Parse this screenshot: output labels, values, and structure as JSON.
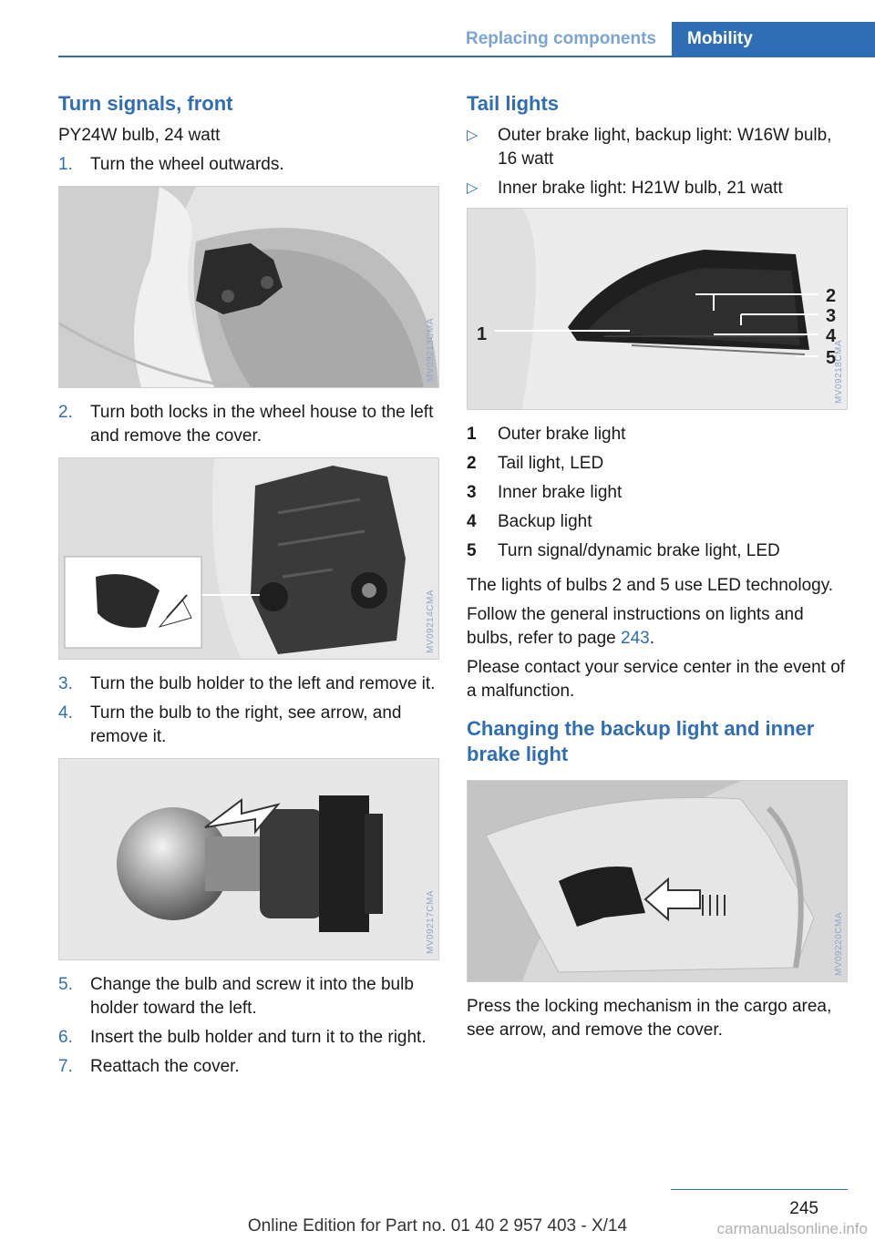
{
  "header": {
    "section": "Replacing components",
    "tab": "Mobility"
  },
  "left": {
    "title": "Turn signals, front",
    "bulb": "PY24W bulb, 24 watt",
    "steps1": [
      {
        "num": "1.",
        "text": "Turn the wheel outwards."
      }
    ],
    "fig1_code": "MV09213CMA",
    "steps2": [
      {
        "num": "2.",
        "text": "Turn both locks in the wheel house to the left and remove the cover."
      }
    ],
    "fig2_code": "MV09214CMA",
    "steps3": [
      {
        "num": "3.",
        "text": "Turn the bulb holder to the left and remove it."
      },
      {
        "num": "4.",
        "text": "Turn the bulb to the right, see arrow, and remove it."
      }
    ],
    "fig3_code": "MV09217CMA",
    "steps4": [
      {
        "num": "5.",
        "text": "Change the bulb and screw it into the bulb holder toward the left."
      },
      {
        "num": "6.",
        "text": "Insert the bulb holder and turn it to the right."
      },
      {
        "num": "7.",
        "text": "Reattach the cover."
      }
    ]
  },
  "right": {
    "title": "Tail lights",
    "bullets": [
      "Outer brake light, backup light: W16W bulb, 16 watt",
      "Inner brake light: H21W bulb, 21 watt"
    ],
    "fig4_code": "MV09218CMA",
    "fig4_callouts": [
      "1",
      "2",
      "3",
      "4",
      "5"
    ],
    "legend": [
      {
        "n": "1",
        "text": "Outer brake light"
      },
      {
        "n": "2",
        "text": "Tail light, LED"
      },
      {
        "n": "3",
        "text": "Inner brake light"
      },
      {
        "n": "4",
        "text": "Backup light"
      },
      {
        "n": "5",
        "text": "Turn signal/dynamic brake light, LED"
      }
    ],
    "para1": "The lights of bulbs 2 and 5 use LED technol­ogy.",
    "para2_pre": "Follow the general instructions on lights and bulbs, refer to page ",
    "para2_link": "243",
    "para2_post": ".",
    "para3": "Please contact your service center in the event of a malfunction.",
    "subtitle": "Changing the backup light and inner brake light",
    "fig5_code": "MV09220CMA",
    "para4": "Press the locking mechanism in the cargo area, see arrow, and remove the cover."
  },
  "footer": {
    "page": "245",
    "online": "Online Edition for Part no. 01 40 2 957 403 - X/14",
    "watermark": "carmanualsonline.info"
  }
}
